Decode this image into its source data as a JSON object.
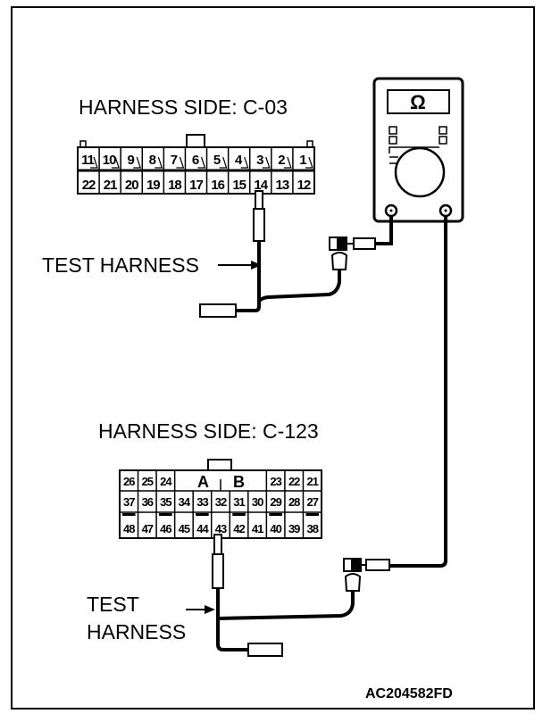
{
  "connector_c03": {
    "label": "HARNESS SIDE: C-03",
    "top_row": [
      "11",
      "10",
      "9",
      "8",
      "7",
      "6",
      "5",
      "4",
      "3",
      "2",
      "1"
    ],
    "bottom_row": [
      "22",
      "21",
      "20",
      "19",
      "18",
      "17",
      "16",
      "15",
      "14",
      "13",
      "12"
    ],
    "probed_pin": "14"
  },
  "connector_c123": {
    "label": "HARNESS SIDE: C-123",
    "row1_left": [
      "26",
      "25",
      "24"
    ],
    "row1_right": [
      "23",
      "22",
      "21"
    ],
    "group_labels": [
      "A",
      "B"
    ],
    "row2": [
      "37",
      "36",
      "35",
      "34",
      "33",
      "32",
      "31",
      "30",
      "29",
      "28",
      "27"
    ],
    "row3": [
      "48",
      "47",
      "46",
      "45",
      "44",
      "43",
      "42",
      "41",
      "40",
      "39",
      "38"
    ],
    "probed_pin": "43"
  },
  "test_harness_upper": "TEST HARNESS",
  "test_harness_lower": [
    "TEST",
    "HARNESS"
  ],
  "meter": {
    "symbol": "Ω"
  },
  "figure_code": "AC204582FD"
}
